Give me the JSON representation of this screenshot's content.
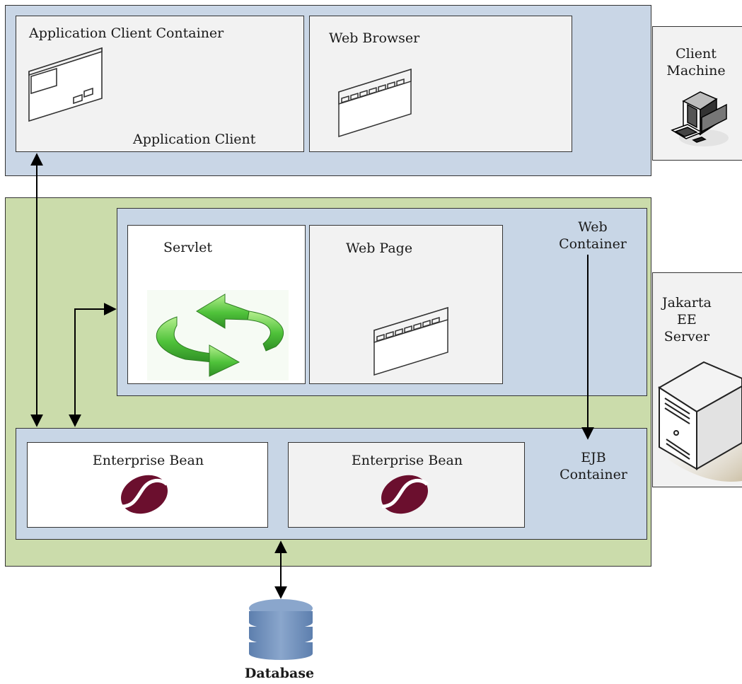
{
  "client_tier": {
    "app_client_container": {
      "title": "Application Client Container",
      "caption": "Application Client"
    },
    "web_browser": {
      "title": "Web Browser"
    },
    "machine_label": [
      "Client",
      "Machine"
    ]
  },
  "server_tier": {
    "web_container": {
      "label": [
        "Web",
        "Container"
      ],
      "servlet": {
        "title": "Servlet"
      },
      "web_page": {
        "title": "Web Page"
      }
    },
    "ejb_container": {
      "label": [
        "EJB",
        "Container"
      ],
      "beans": [
        {
          "title": "Enterprise Bean"
        },
        {
          "title": "Enterprise Bean"
        }
      ]
    },
    "server_label": [
      "Jakarta",
      "EE",
      "Server"
    ]
  },
  "database": {
    "label": "Database"
  },
  "colors": {
    "client_band": "#c9d6e6",
    "server_band": "#cbdcab",
    "container_bg": "#c8d6e6",
    "panel_bg": "#f2f2f2",
    "bean_icon": "#6b0f2e",
    "servlet_arrow": "#4fc23a",
    "db_icon": "#6f8fb8"
  }
}
